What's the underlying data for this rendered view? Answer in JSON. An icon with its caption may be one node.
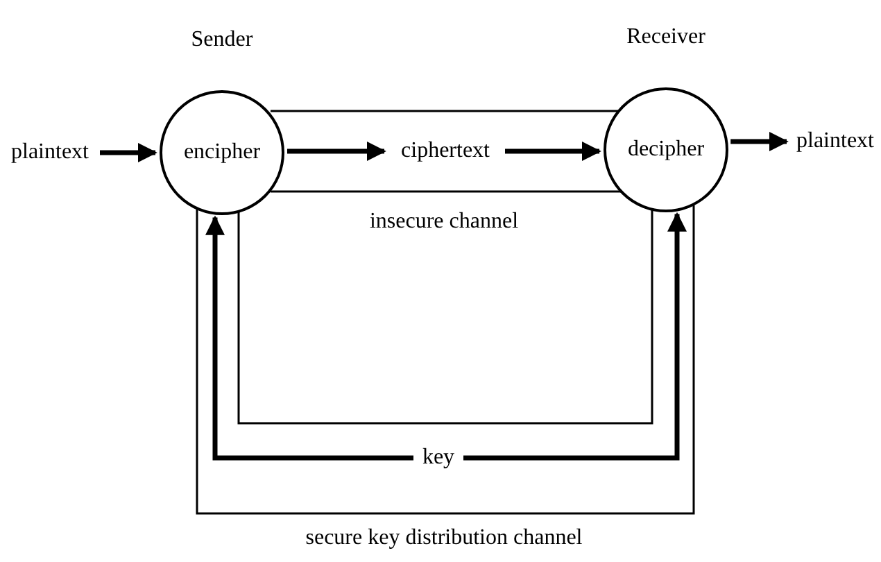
{
  "diagram": {
    "nodes": [
      {
        "text": [
          "plaintext"
        ]
      },
      {
        "text": [
          "encipher"
        ],
        "beside": [
          "Sender"
        ]
      },
      {
        "text": [
          "ciphertext"
        ]
      },
      {
        "text": [
          "decipher"
        ],
        "beside": [
          "Receiver"
        ]
      },
      {
        "text": [
          "plaintext"
        ]
      },
      {
        "text": [
          "key"
        ]
      }
    ],
    "edges": [
      {
        "from": 0,
        "to": 1,
        "arrow": "to"
      },
      {
        "from": 1,
        "to": 2,
        "arrow": "to"
      },
      {
        "from": 2,
        "to": 3,
        "arrow": "to"
      },
      {
        "from": 3,
        "to": 4,
        "arrow": "to"
      },
      {
        "from": 5,
        "to": 1,
        "arrow": "to"
      },
      {
        "from": 5,
        "to": 3,
        "arrow": "to"
      }
    ],
    "labels": [
      "insecure channel",
      "secure key distribution channel"
    ]
  }
}
